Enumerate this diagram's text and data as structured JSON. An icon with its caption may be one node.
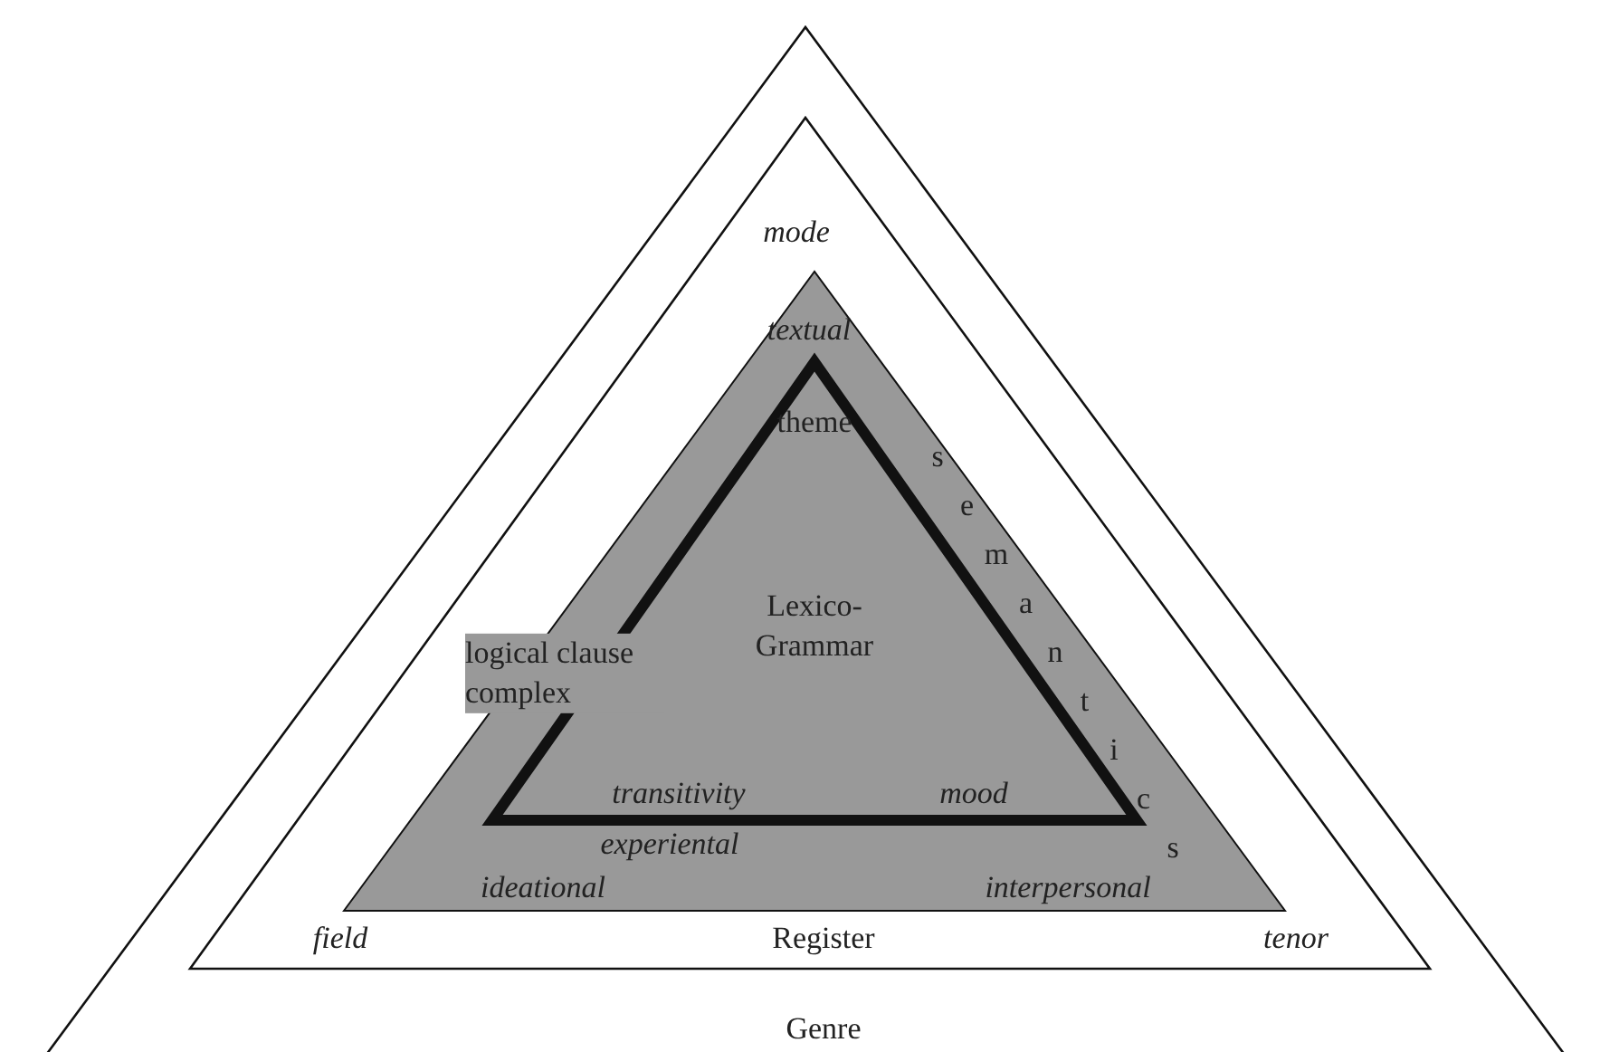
{
  "diagram": {
    "nodes": [
      {
        "text": [
          "Genre"
        ]
      },
      {
        "text": [
          "mode",
          "field",
          "Register",
          "tenor"
        ],
        "in": 0
      },
      {
        "text": [
          "textual",
          "experiental",
          "ideational",
          "interpersonal",
          "semantics"
        ],
        "in": 1
      },
      {
        "text": [
          "theme",
          "Lexico- Grammar",
          "logical clause complex",
          "transitivity",
          "mood"
        ],
        "in": 2
      }
    ]
  }
}
